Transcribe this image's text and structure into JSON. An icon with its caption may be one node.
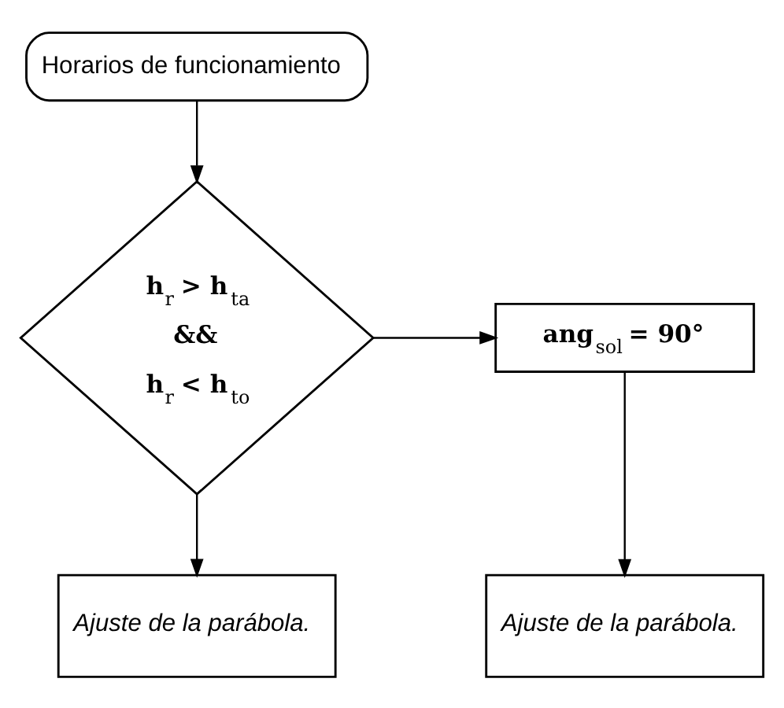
{
  "diagram": {
    "nodes": [
      {
        "text": [
          "Horarios de funcionamiento"
        ]
      },
      {
        "text": [
          "h$_{r}$ > h$_{ta}$",
          "&&",
          "h$_{r}$ < h$_{to}$"
        ]
      },
      {
        "text": [
          "ang$_{sol}$ = 90°"
        ]
      },
      {
        "text": [
          "Ajuste de la parábola."
        ]
      },
      {
        "text": [
          "Ajuste de la parábola."
        ]
      }
    ],
    "edges": [
      {
        "from": 0,
        "to": 1,
        "arrow": "to"
      },
      {
        "from": 1,
        "to": 2,
        "arrow": "to"
      },
      {
        "from": 1,
        "to": 3,
        "arrow": "to"
      },
      {
        "from": 2,
        "to": 4,
        "arrow": "to"
      }
    ]
  }
}
